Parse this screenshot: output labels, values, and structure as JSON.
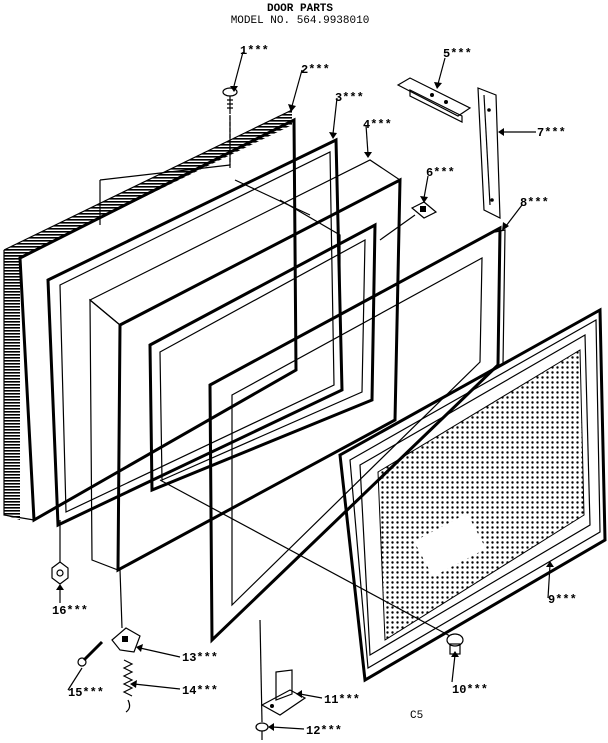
{
  "title": "DOOR PARTS",
  "model": "MODEL NO. 564.9938010",
  "footer_code": "C5",
  "callouts": [
    {
      "key": "c1",
      "text": "1***"
    },
    {
      "key": "c2",
      "text": "2***"
    },
    {
      "key": "c3",
      "text": "3***"
    },
    {
      "key": "c4",
      "text": "4***"
    },
    {
      "key": "c5",
      "text": "5***"
    },
    {
      "key": "c6",
      "text": "6***"
    },
    {
      "key": "c7",
      "text": "7***"
    },
    {
      "key": "c8",
      "text": "8***"
    },
    {
      "key": "c9",
      "text": "9***"
    },
    {
      "key": "c10",
      "text": "10***"
    },
    {
      "key": "c11",
      "text": "11***"
    },
    {
      "key": "c12",
      "text": "12***"
    },
    {
      "key": "c13",
      "text": "13***"
    },
    {
      "key": "c14",
      "text": "14***"
    },
    {
      "key": "c15",
      "text": "15***"
    },
    {
      "key": "c16",
      "text": "16***"
    }
  ]
}
